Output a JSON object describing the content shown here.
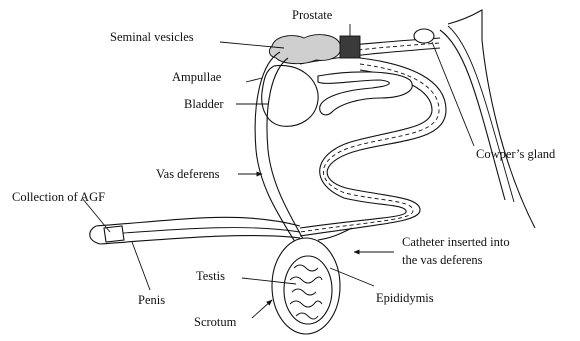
{
  "labels": {
    "prostate": "Prostate",
    "seminal_vesicles": "Seminal vesicles",
    "ampullae": "Ampullae",
    "bladder": "Bladder",
    "cowpers_gland": "Cowper’s gland",
    "vas_deferens": "Vas deferens",
    "collection_agf": "Collection of AGF",
    "catheter_line1": "Catheter inserted into",
    "catheter_line2": "the vas deferens",
    "testis": "Testis",
    "penis": "Penis",
    "epididymis": "Epididymis",
    "scrotum": "Scrotum"
  }
}
